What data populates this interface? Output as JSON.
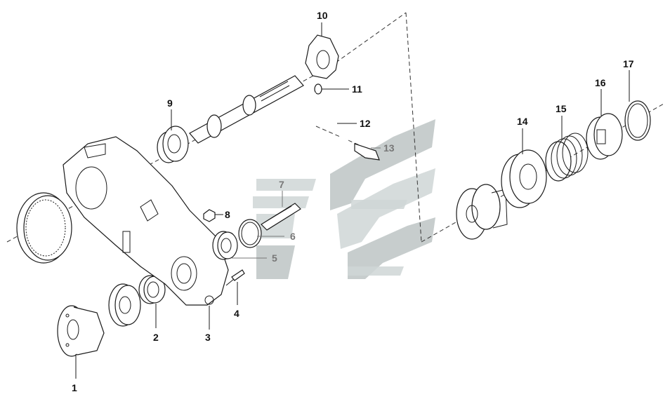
{
  "callouts": [
    {
      "id": "1",
      "label": "1"
    },
    {
      "id": "2",
      "label": "2"
    },
    {
      "id": "3",
      "label": "3"
    },
    {
      "id": "4",
      "label": "4"
    },
    {
      "id": "5",
      "label": "5"
    },
    {
      "id": "6",
      "label": "6"
    },
    {
      "id": "7",
      "label": "7"
    },
    {
      "id": "8",
      "label": "8"
    },
    {
      "id": "9",
      "label": "9"
    },
    {
      "id": "10",
      "label": "10"
    },
    {
      "id": "11",
      "label": "11"
    },
    {
      "id": "12",
      "label": "12"
    },
    {
      "id": "13",
      "label": "13"
    },
    {
      "id": "14",
      "label": "14"
    },
    {
      "id": "15",
      "label": "15"
    },
    {
      "id": "16",
      "label": "16"
    },
    {
      "id": "17",
      "label": "17"
    }
  ],
  "colors": {
    "line": "#1a1a1a",
    "watermark": "#cfd6d6",
    "background": "#ffffff"
  }
}
